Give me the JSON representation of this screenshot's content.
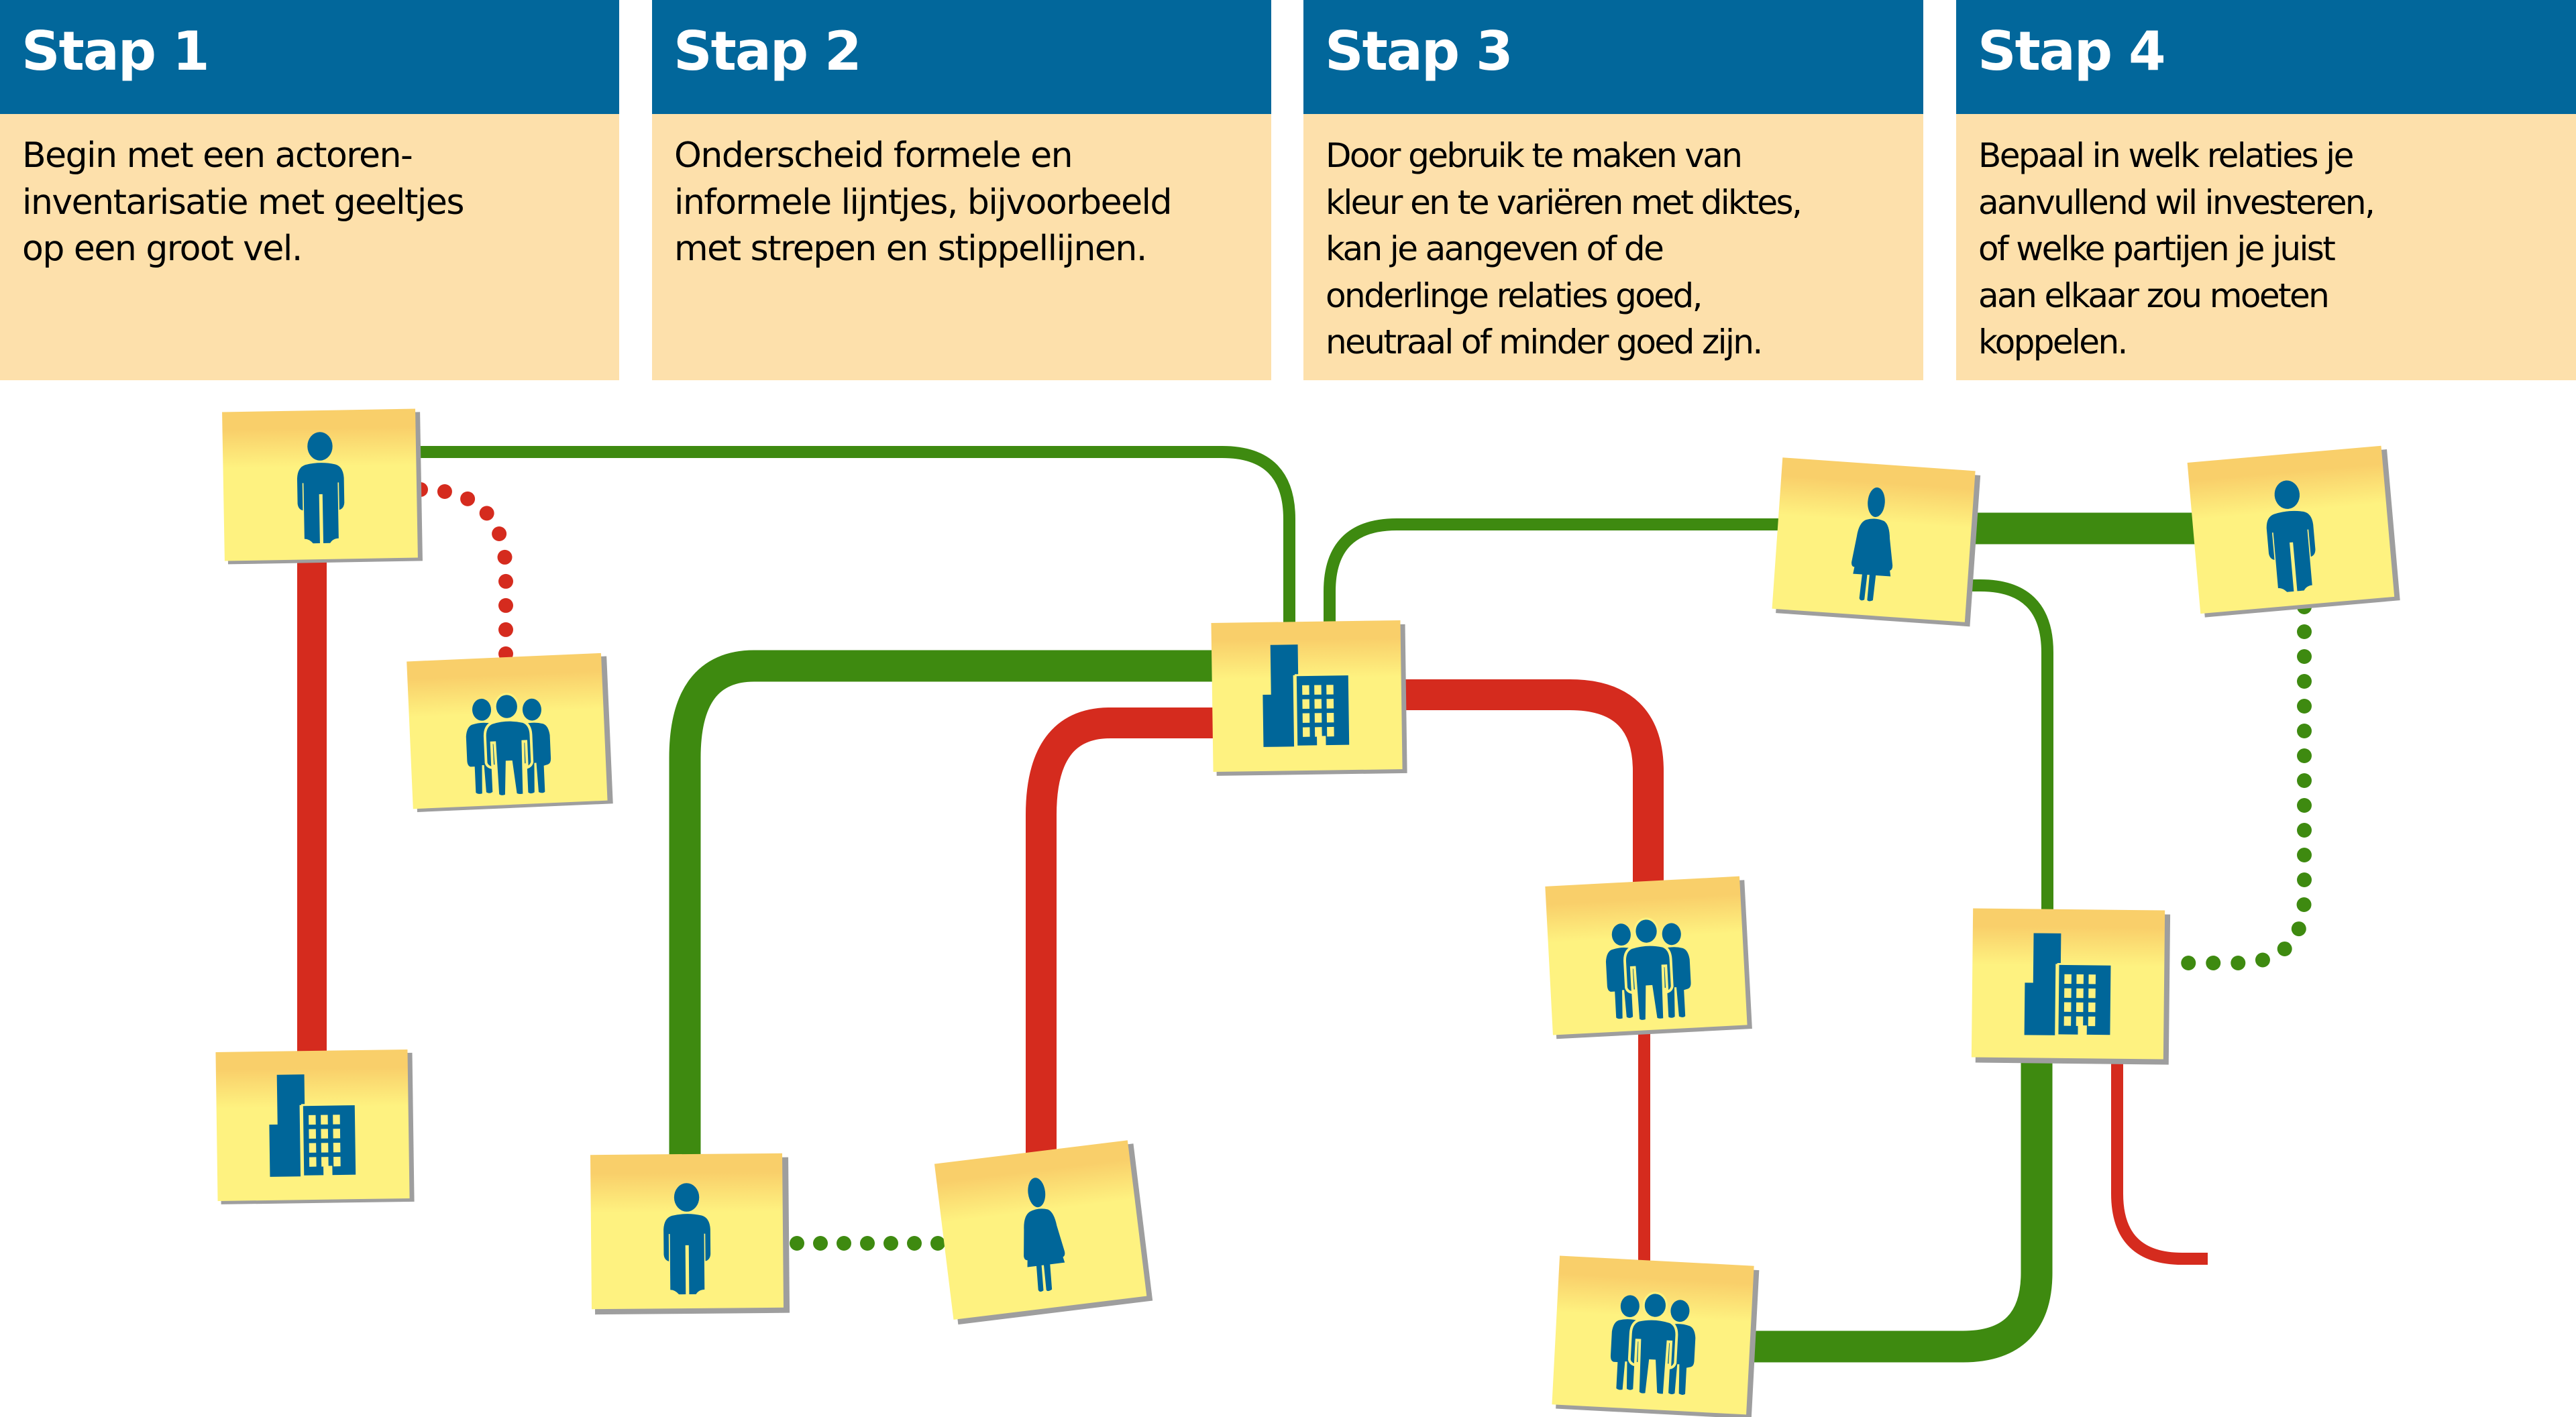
{
  "colors": {
    "header_blue": "#02679B",
    "panel_cream": "#FDE0AB",
    "icon_blue": "#006699",
    "relation_good": "#3E8A10",
    "relation_bad": "#D52B1E",
    "note_top": "#F9CF6A",
    "note_body": "#FEF280"
  },
  "steps": [
    {
      "title": "Stap 1",
      "lines": [
        "Begin met een actoren-",
        "inventarisatie met geeltjes",
        "op een groot vel."
      ]
    },
    {
      "title": "Stap 2",
      "lines": [
        "Onderscheid formele en",
        "informele lijntjes, bijvoorbeeld",
        "met strepen en stippellijnen."
      ]
    },
    {
      "title": "Stap 3",
      "lines": [
        "Door gebruik te maken van",
        "kleur en te variëren met diktes,",
        "kan je aangeven of de",
        "onderlinge relaties goed,",
        "neutraal of minder goed zijn."
      ]
    },
    {
      "title": "Stap 4",
      "lines": [
        "Bepaal in welk relaties je",
        "aanvullend wil investeren,",
        "of welke partijen je juist",
        "aan elkaar zou moeten",
        "koppelen."
      ]
    }
  ],
  "diagram": {
    "actors": [
      {
        "id": "man-1",
        "icon": "person-icon"
      },
      {
        "id": "group-1",
        "icon": "group-icon"
      },
      {
        "id": "building-1",
        "icon": "building-icon"
      },
      {
        "id": "man-2",
        "icon": "person-icon"
      },
      {
        "id": "woman-1",
        "icon": "woman-icon"
      },
      {
        "id": "building-2",
        "icon": "building-icon"
      },
      {
        "id": "group-2",
        "icon": "group-icon"
      },
      {
        "id": "group-3",
        "icon": "group-icon"
      },
      {
        "id": "woman-2",
        "icon": "woman-icon"
      },
      {
        "id": "man-3",
        "icon": "person-icon"
      },
      {
        "id": "building-3",
        "icon": "building-icon"
      }
    ],
    "relations": [
      {
        "from": "man-1",
        "to": "building-2",
        "quality": "good",
        "style": "solid",
        "weight": "thin"
      },
      {
        "from": "man-1",
        "to": "group-1",
        "quality": "bad",
        "style": "dotted",
        "weight": "thin"
      },
      {
        "from": "man-1",
        "to": "building-1",
        "quality": "bad",
        "style": "solid",
        "weight": "thick"
      },
      {
        "from": "building-2",
        "to": "man-2",
        "quality": "good",
        "style": "solid",
        "weight": "thick"
      },
      {
        "from": "building-2",
        "to": "woman-1",
        "quality": "bad",
        "style": "solid",
        "weight": "thick"
      },
      {
        "from": "man-2",
        "to": "woman-1",
        "quality": "good",
        "style": "dotted",
        "weight": "thin"
      },
      {
        "from": "building-2",
        "to": "group-2",
        "quality": "bad",
        "style": "solid",
        "weight": "thick"
      },
      {
        "from": "group-2",
        "to": "group-3",
        "quality": "bad",
        "style": "solid",
        "weight": "thin"
      },
      {
        "from": "building-2",
        "to": "woman-2",
        "quality": "good",
        "style": "solid",
        "weight": "thin"
      },
      {
        "from": "woman-2",
        "to": "man-3",
        "quality": "good",
        "style": "solid",
        "weight": "thick"
      },
      {
        "from": "woman-2",
        "to": "building-3",
        "quality": "good",
        "style": "solid",
        "weight": "thin"
      },
      {
        "from": "man-3",
        "to": "building-3",
        "quality": "good",
        "style": "dotted",
        "weight": "thin"
      },
      {
        "from": "building-3",
        "to": "group-3",
        "quality": "good",
        "style": "solid",
        "weight": "thick"
      },
      {
        "from": "building-3",
        "to": "open-end",
        "quality": "bad",
        "style": "solid",
        "weight": "thin"
      }
    ]
  }
}
